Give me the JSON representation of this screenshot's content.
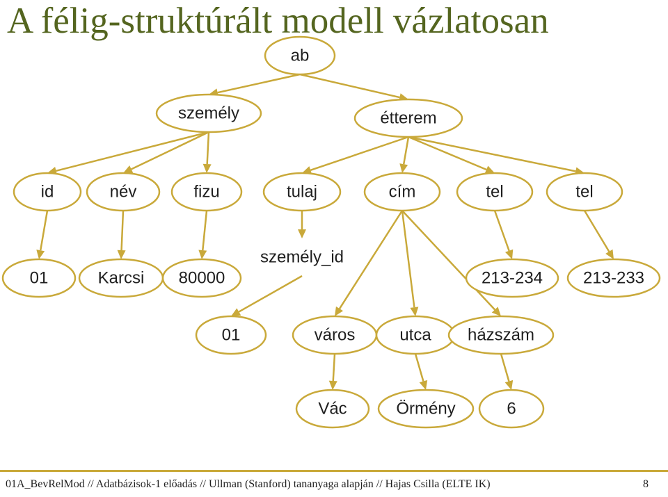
{
  "title": "A félig-struktúrált modell vázlatosan",
  "colors": {
    "title": "#54651f",
    "accent": "#c9a93a",
    "text": "#1f1f1f"
  },
  "nodes": {
    "ab": "ab",
    "szemely": "személy",
    "etterem": "étterem",
    "id": "id",
    "nev": "név",
    "fizu": "fizu",
    "tulaj": "tulaj",
    "cim": "cím",
    "tel1": "tel",
    "tel2": "tel",
    "v01": "01",
    "karcsi": "Karcsi",
    "v80000": "80000",
    "szemely_id": "személy_id",
    "v213234": "213-234",
    "v213233": "213-233",
    "sid01": "01",
    "varos": "város",
    "utca": "utca",
    "hazszam": "házszám",
    "vac": "Vác",
    "ormeny": "Örmény",
    "v6": "6"
  },
  "edges": [
    [
      "ab",
      "szemely"
    ],
    [
      "ab",
      "etterem"
    ],
    [
      "szemely",
      "id"
    ],
    [
      "szemely",
      "nev"
    ],
    [
      "szemely",
      "fizu"
    ],
    [
      "etterem",
      "tulaj"
    ],
    [
      "etterem",
      "cim"
    ],
    [
      "etterem",
      "tel1"
    ],
    [
      "etterem",
      "tel2"
    ],
    [
      "id",
      "v01"
    ],
    [
      "nev",
      "karcsi"
    ],
    [
      "fizu",
      "v80000"
    ],
    [
      "tulaj",
      "szemely_id"
    ],
    [
      "tel1",
      "v213234"
    ],
    [
      "tel2",
      "v213233"
    ],
    [
      "szemely_id",
      "sid01"
    ],
    [
      "cim",
      "varos"
    ],
    [
      "cim",
      "utca"
    ],
    [
      "cim",
      "hazszam"
    ],
    [
      "varos",
      "vac"
    ],
    [
      "utca",
      "ormeny"
    ],
    [
      "hazszam",
      "v6"
    ]
  ],
  "footer": {
    "text": "01A_BevRelMod  // Adatbázisok-1 előadás // Ullman (Stanford) tananyaga alapján // Hajas Csilla (ELTE IK)",
    "page": "8"
  }
}
